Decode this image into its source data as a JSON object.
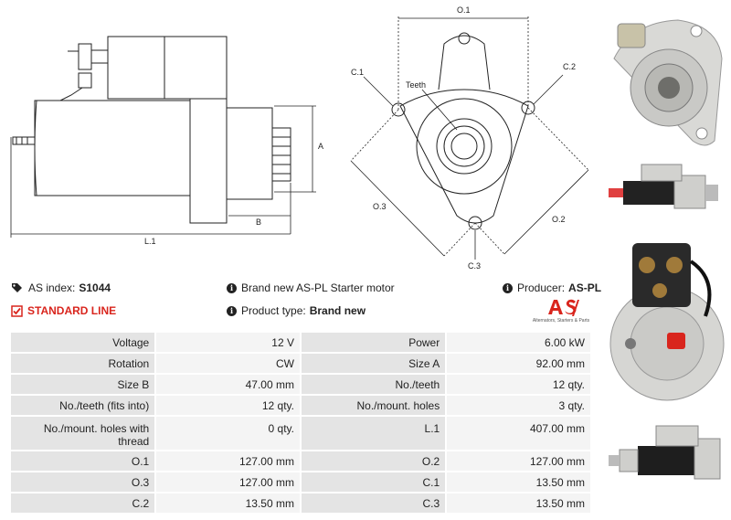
{
  "drawing_labels": {
    "o1": "O.1",
    "o2": "O.2",
    "o3": "O.3",
    "c1": "C.1",
    "c2": "C.2",
    "c3": "C.3",
    "teeth": "Teeth",
    "a": "A",
    "b": "B",
    "l1": "L.1"
  },
  "info": {
    "as_index_label": "AS index:",
    "as_index_value": "S1044",
    "standard_line": "STANDARD LINE",
    "description": "Brand new AS-PL Starter motor",
    "product_type_label": "Product type:",
    "product_type_value": "Brand new",
    "producer_label": "Producer:",
    "producer_value": "AS-PL"
  },
  "logo": {
    "text": "AS",
    "tagline": "Alternators, Starters & Parts",
    "color": "#d9251d"
  },
  "specs": [
    {
      "l1": "Voltage",
      "v1": "12 V",
      "l2": "Power",
      "v2": "6.00 kW"
    },
    {
      "l1": "Rotation",
      "v1": "CW",
      "l2": "Size A",
      "v2": "92.00 mm"
    },
    {
      "l1": "Size B",
      "v1": "47.00 mm",
      "l2": "No./teeth",
      "v2": "12 qty."
    },
    {
      "l1": "No./teeth (fits into)",
      "v1": "12 qty.",
      "l2": "No./mount. holes",
      "v2": "3 qty."
    },
    {
      "l1": "No./mount. holes with thread",
      "v1": "0 qty.",
      "l2": "L.1",
      "v2": "407.00 mm"
    },
    {
      "l1": "O.1",
      "v1": "127.00 mm",
      "l2": "O.2",
      "v2": "127.00 mm"
    },
    {
      "l1": "O.3",
      "v1": "127.00 mm",
      "l2": "C.1",
      "v2": "13.50 mm"
    },
    {
      "l1": "C.2",
      "v1": "13.50 mm",
      "l2": "C.3",
      "v2": "13.50 mm"
    }
  ]
}
